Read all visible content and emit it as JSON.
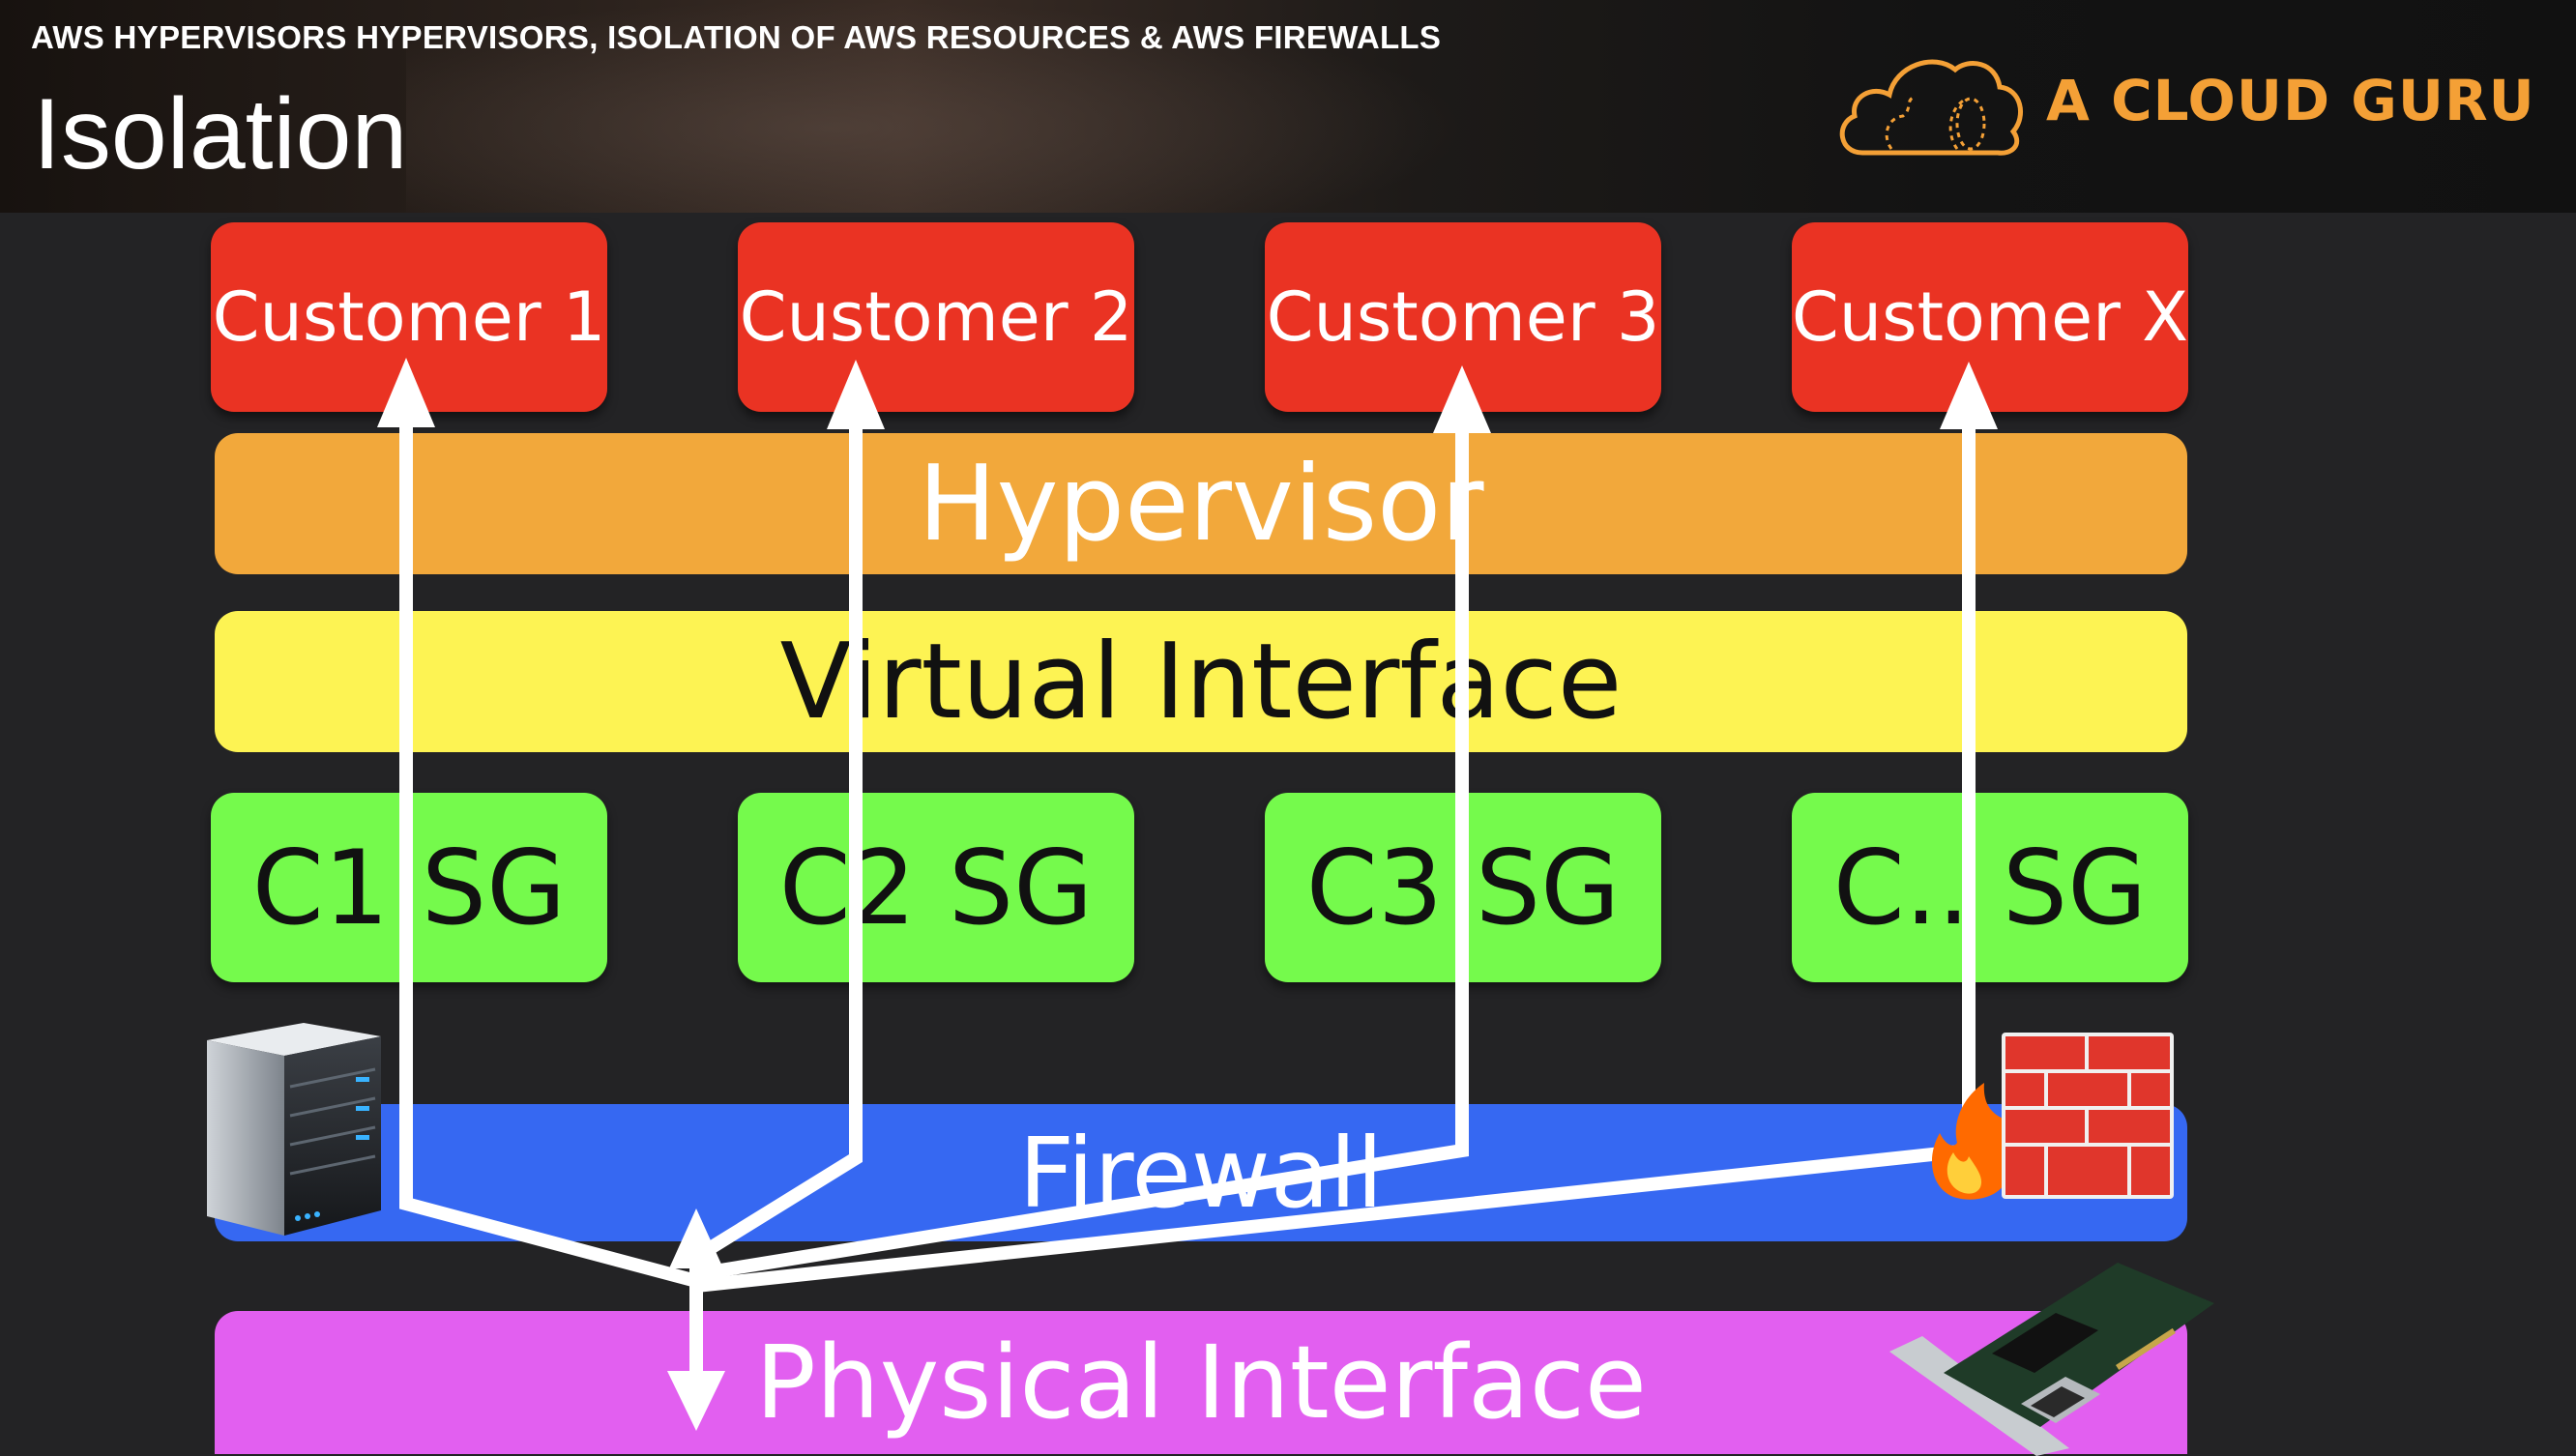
{
  "header": {
    "topic": "AWS HYPERVISORS HYPERVISORS, ISOLATION OF AWS RESOURCES & AWS FIREWALLS",
    "title": "Isolation",
    "brand": "A CLOUD GURU",
    "brand_color": "#f4a036"
  },
  "diagram": {
    "customers": [
      "Customer 1",
      "Customer 2",
      "Customer 3",
      "Customer X"
    ],
    "hypervisor": "Hypervisor",
    "virtual_interface": "Virtual Interface",
    "security_groups": [
      "C1 SG",
      "C2 SG",
      "C3 SG",
      "C.. SG"
    ],
    "firewall": "Firewall",
    "physical_interface": "Physical Interface",
    "icons": [
      "server-icon",
      "firewall-brick-icon",
      "network-card-icon"
    ],
    "colors": {
      "customer": "#ea3323",
      "hypervisor": "#f2a83b",
      "virtual_interface": "#fdf353",
      "security_group": "#75fa4c",
      "firewall": "#3668f2",
      "physical_interface": "#e25ff0",
      "arrows": "#ffffff"
    }
  }
}
